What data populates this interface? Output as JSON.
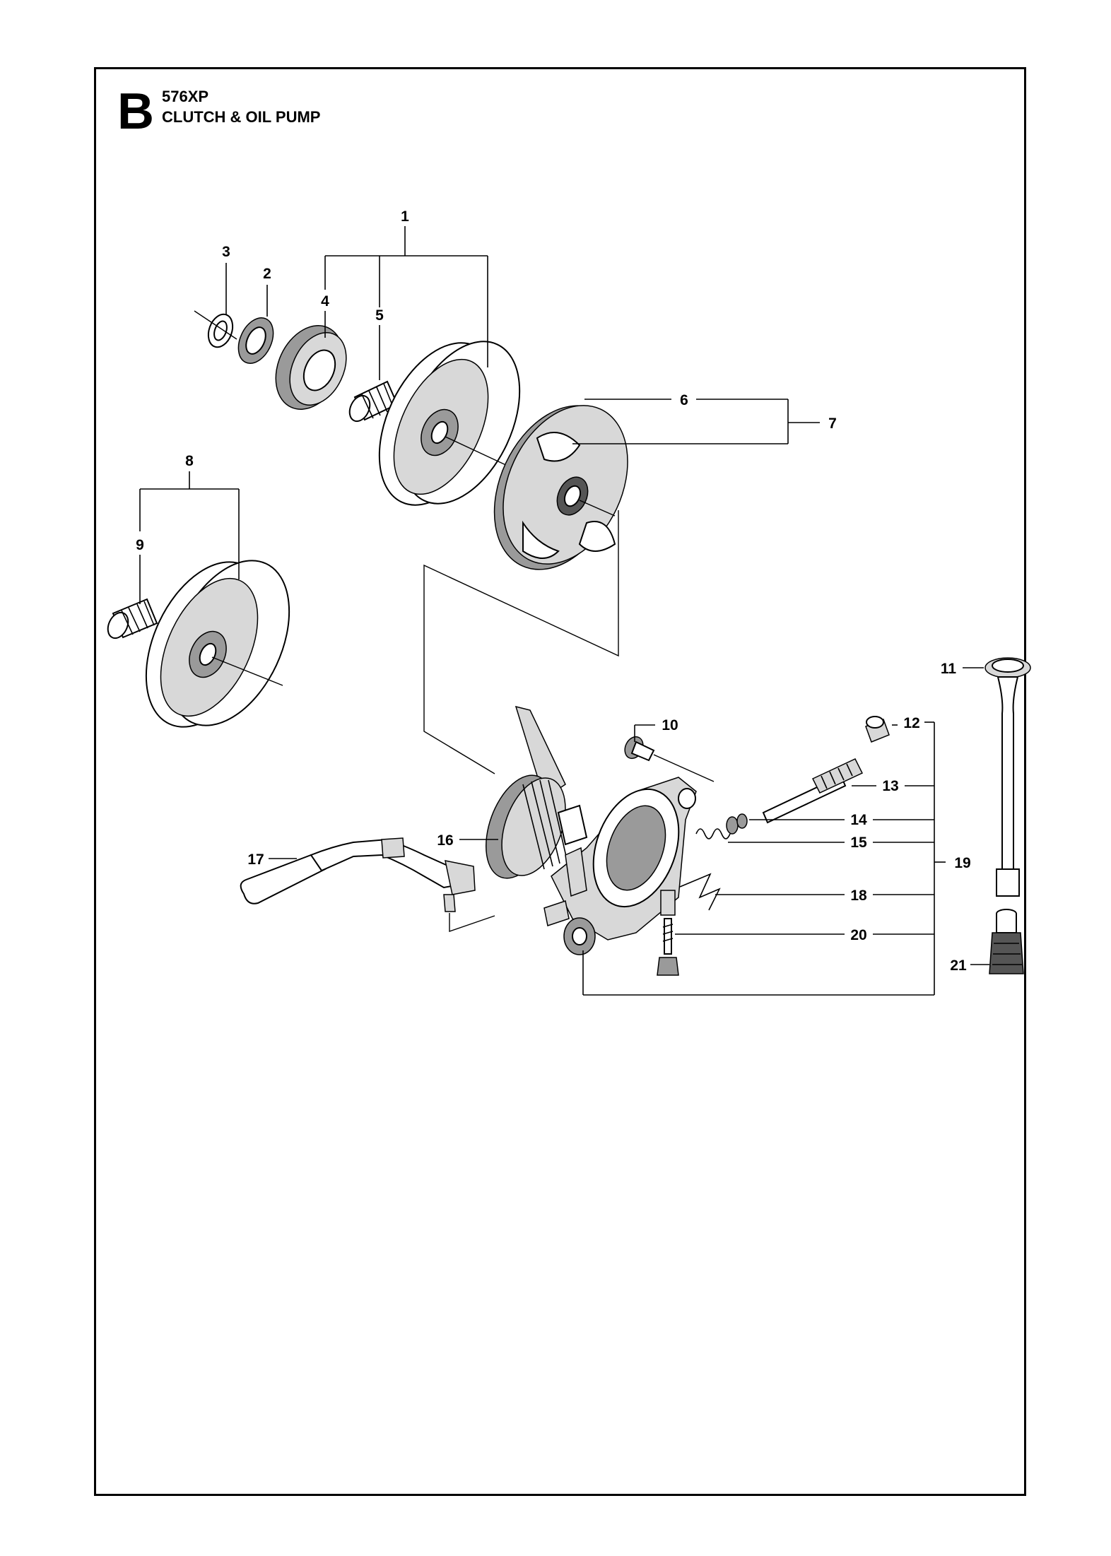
{
  "header": {
    "section_letter": "B",
    "model": "576XP",
    "title": "CLUTCH & OIL PUMP"
  },
  "callouts": {
    "c1": "1",
    "c2": "2",
    "c3": "3",
    "c4": "4",
    "c5": "5",
    "c6": "6",
    "c7": "7",
    "c8": "8",
    "c9": "9",
    "c10": "10",
    "c11": "11",
    "c12": "12",
    "c13": "13",
    "c14": "14",
    "c15": "15",
    "c16": "16",
    "c17": "17",
    "c18": "18",
    "c19": "19",
    "c20": "20",
    "c21": "21"
  }
}
